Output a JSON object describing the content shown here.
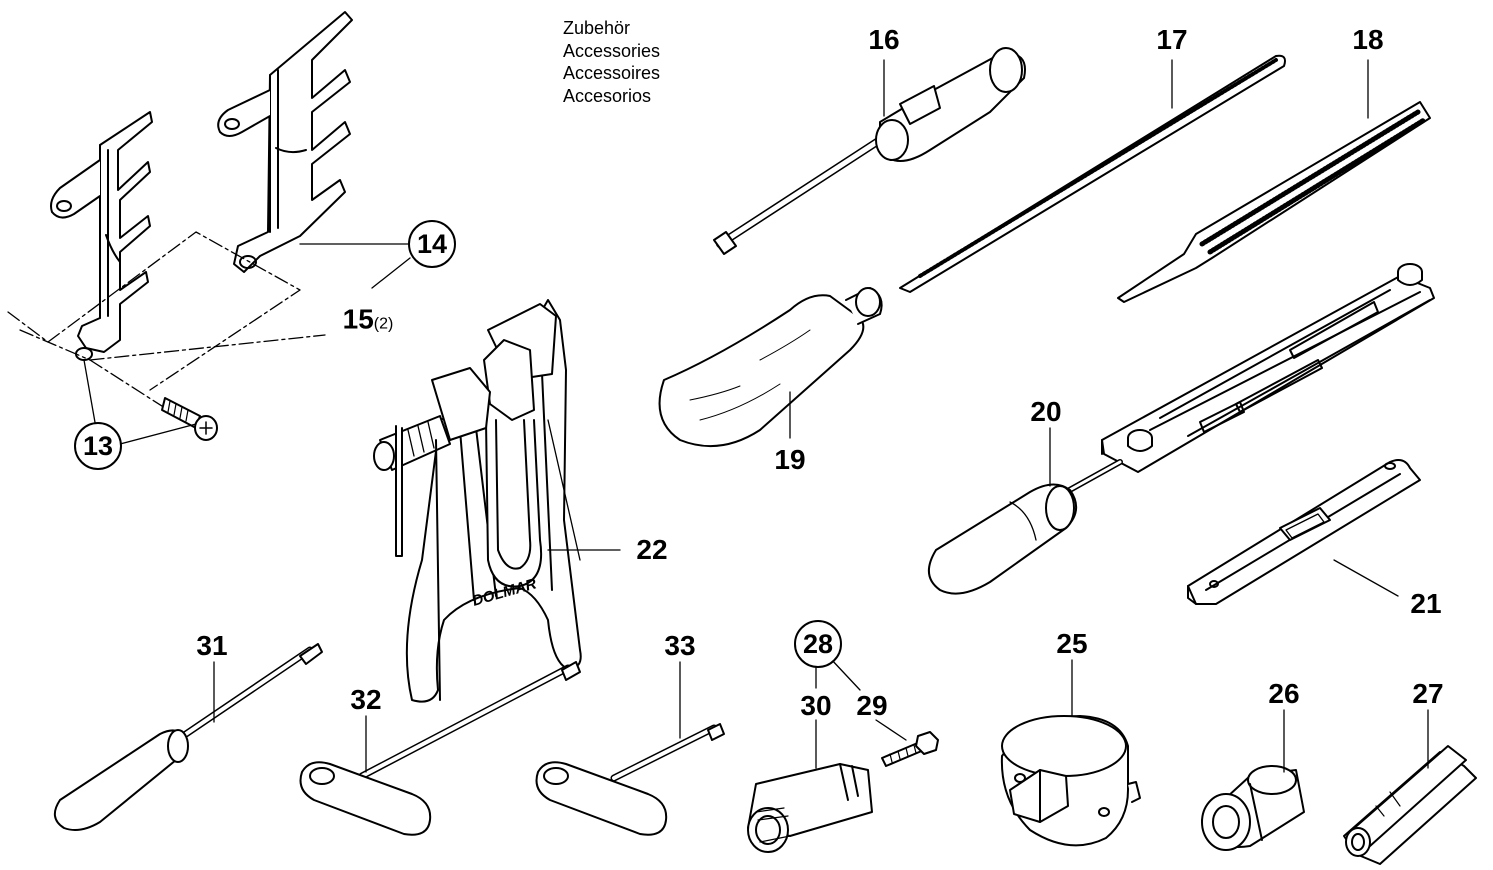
{
  "heading": {
    "lines": [
      "Zubehör",
      "Accessories",
      "Accessoires",
      "Accesorios"
    ]
  },
  "brand_mark": "DOLMAR",
  "callouts": {
    "p13": "13",
    "p14": "14",
    "p15": "15",
    "p15_qty": "(2)",
    "p16": "16",
    "p17": "17",
    "p18": "18",
    "p19": "19",
    "p20": "20",
    "p21": "21",
    "p22": "22",
    "p25": "25",
    "p26": "26",
    "p27": "27",
    "p28": "28",
    "p29": "29",
    "p30": "30",
    "p31": "31",
    "p32": "32",
    "p33": "33"
  }
}
